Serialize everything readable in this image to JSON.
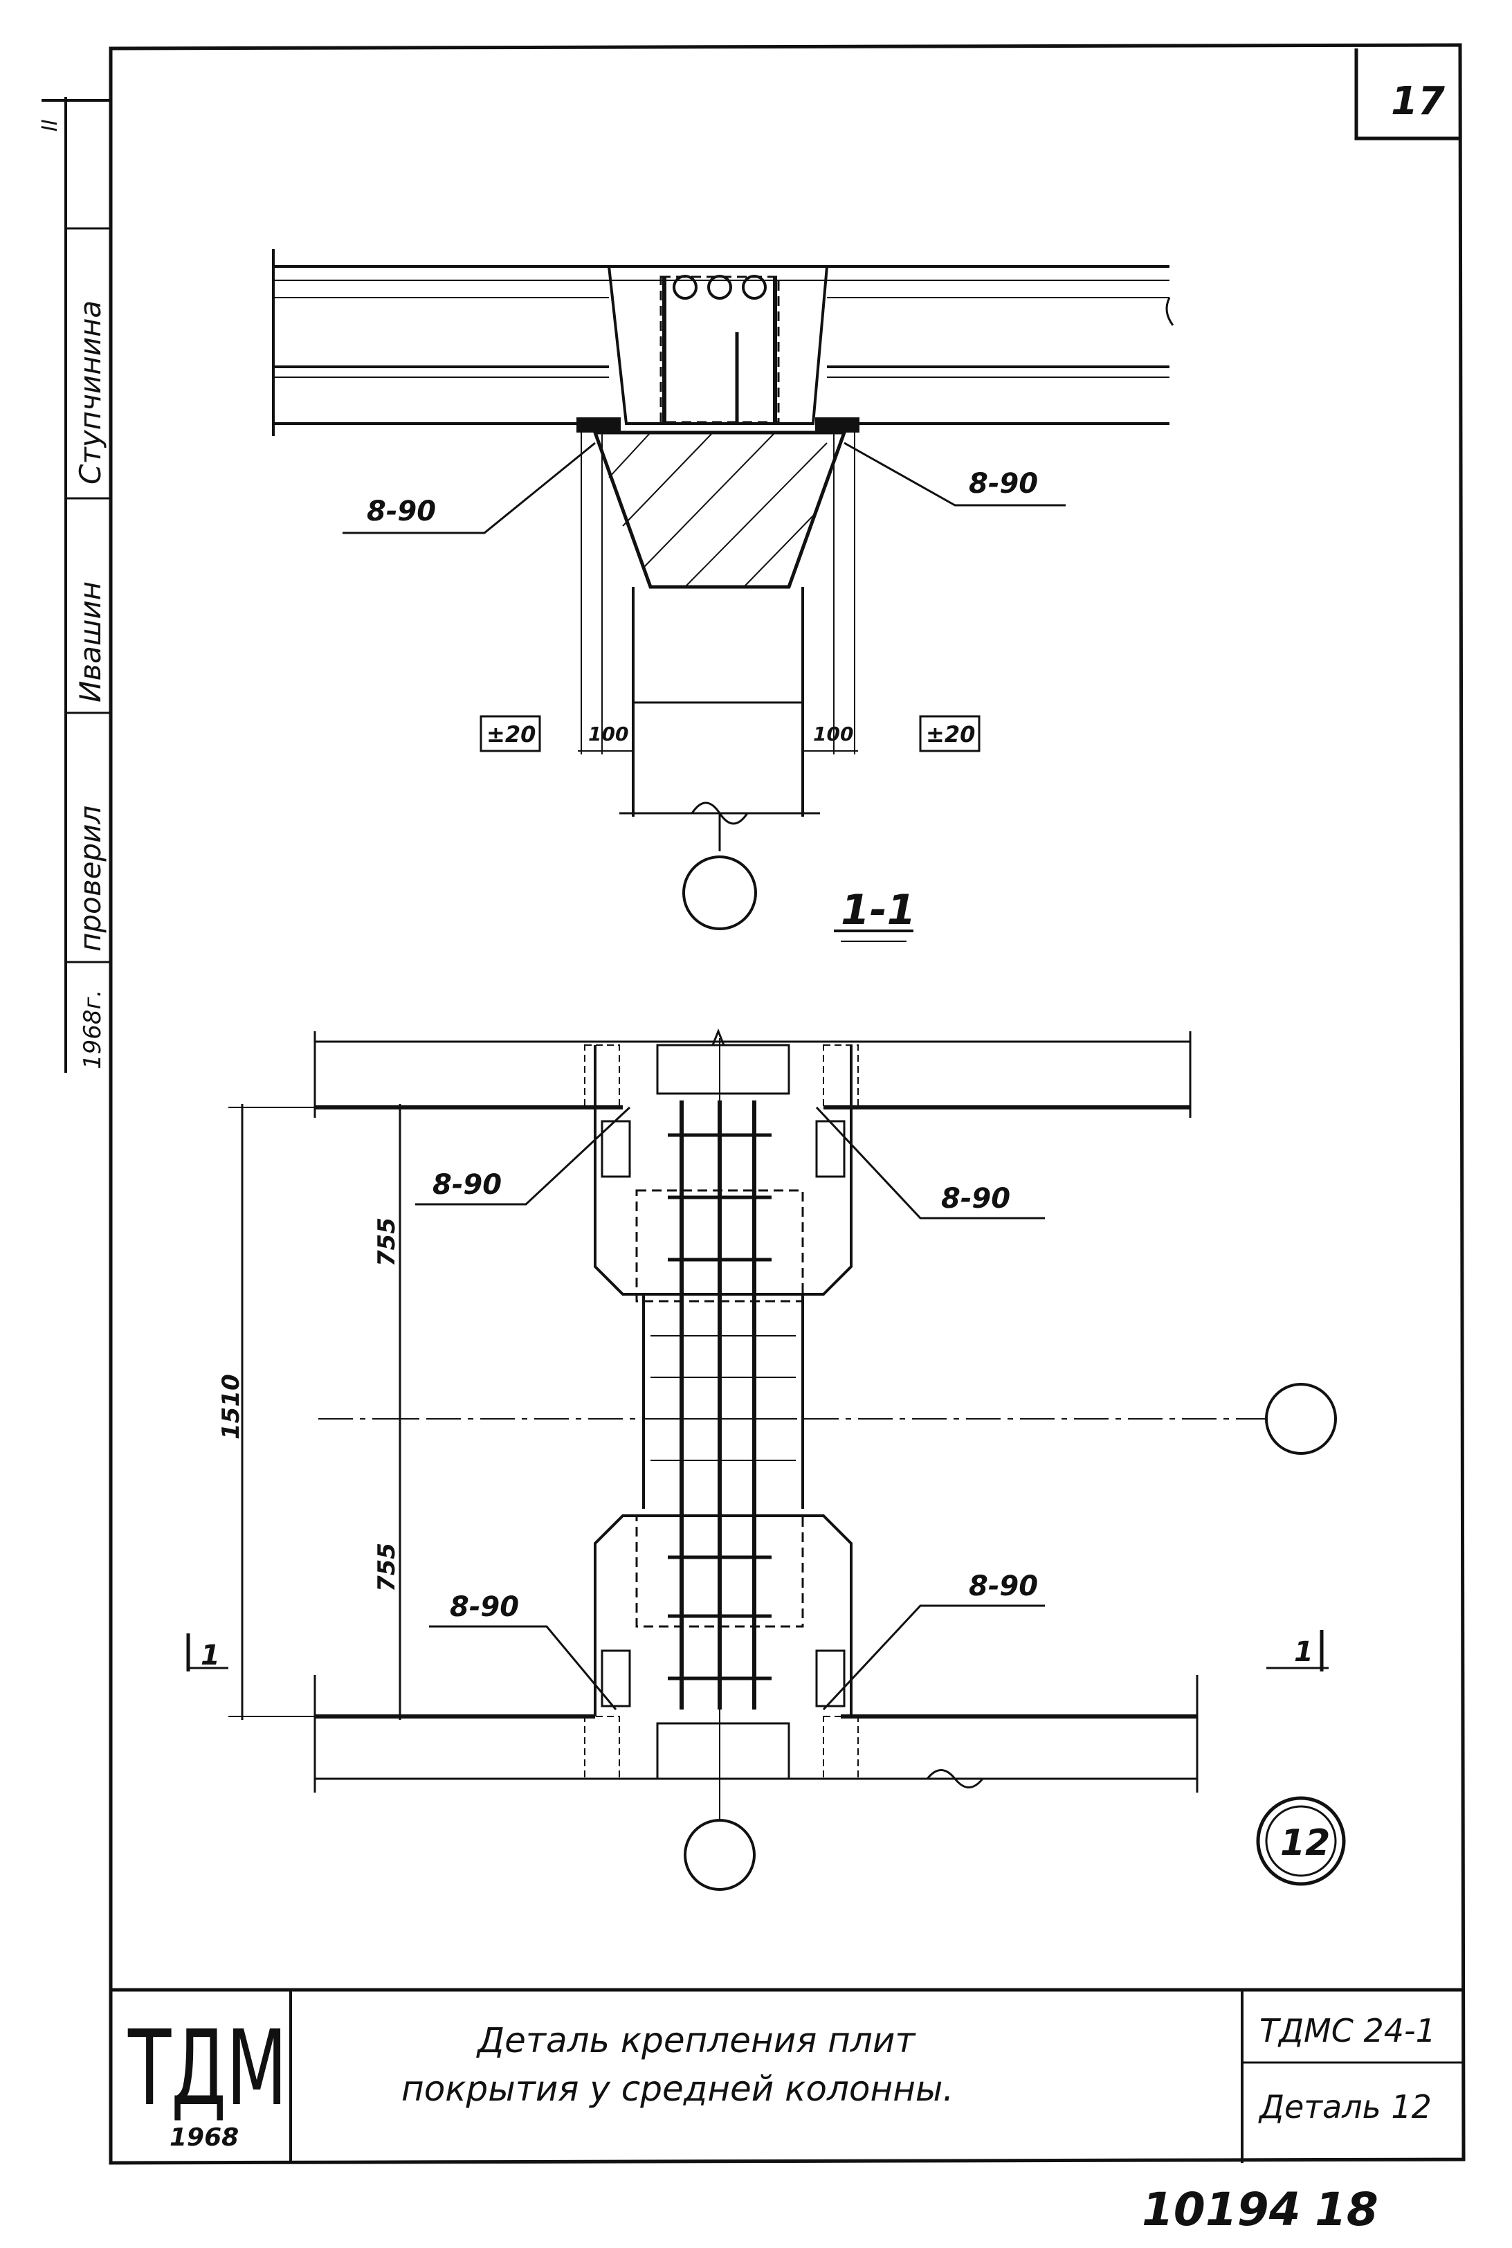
{
  "sheet": {
    "page_number": "17",
    "bottom_stamp": "10194",
    "bottom_page": "18"
  },
  "side_stamp": {
    "mark": "II",
    "name1": "Ступчинина",
    "name2": "Ивашин",
    "role": "проверил",
    "year": "1968г."
  },
  "section": {
    "label": "1-1",
    "dim_100_left": "100",
    "dim_100_right": "100",
    "tol_left": "±20",
    "tol_right": "±20",
    "weld_left": "8-90",
    "weld_right": "8-90"
  },
  "plan": {
    "dim_total": "1510",
    "dim_top": "755",
    "dim_bottom": "755",
    "weld_top_left": "8-90",
    "weld_top_right": "8-90",
    "weld_bottom_left": "8-90",
    "weld_bottom_right": "8-90",
    "cut_left": "1",
    "cut_right": "1"
  },
  "detail_number": "12",
  "title_block": {
    "logo": "ТДМ",
    "logo_year": "1968",
    "title_line1": "Деталь крепления плит",
    "title_line2": "покрытия у средней колонны.",
    "series": "ТДМС 24-1",
    "detail": "Деталь 12"
  }
}
